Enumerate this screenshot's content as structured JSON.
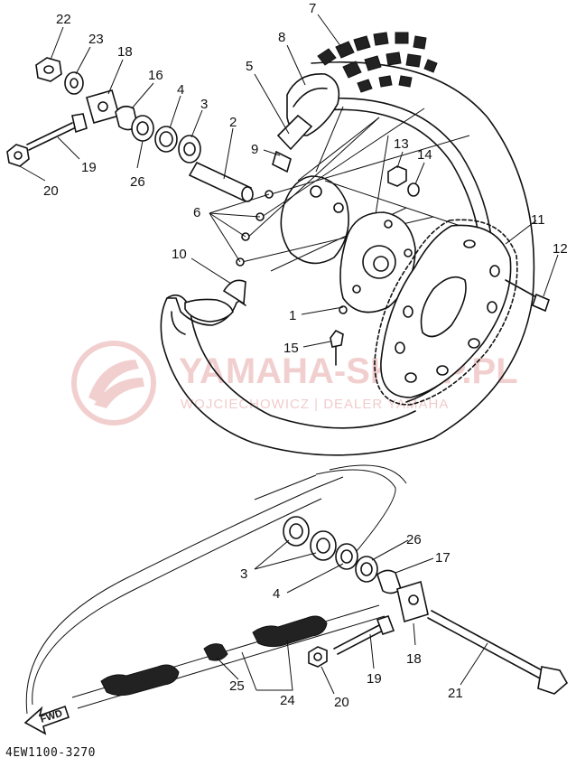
{
  "diagram": {
    "part_code": "4EW1100-3270",
    "watermark": {
      "brand": "YAMAHA-SKLEP.PL",
      "subtitle": "WOJCIECHOWICZ | DEALER YAMAHA",
      "color": "#e8a9a9"
    },
    "fwd_label": "FWD",
    "callouts": {
      "c1": "1",
      "c2": "2",
      "c3a": "3",
      "c3b": "3",
      "c4a": "4",
      "c4b": "4",
      "c5": "5",
      "c6": "6",
      "c7": "7",
      "c8": "8",
      "c9": "9",
      "c10": "10",
      "c11": "11",
      "c12": "12",
      "c13": "13",
      "c14": "14",
      "c15": "15",
      "c16": "16",
      "c17": "17",
      "c18a": "18",
      "c18b": "18",
      "c19a": "19",
      "c19b": "19",
      "c20a": "20",
      "c20b": "20",
      "c21": "21",
      "c22": "22",
      "c23": "23",
      "c24": "24",
      "c25": "25",
      "c26a": "26",
      "c26b": "26"
    }
  }
}
